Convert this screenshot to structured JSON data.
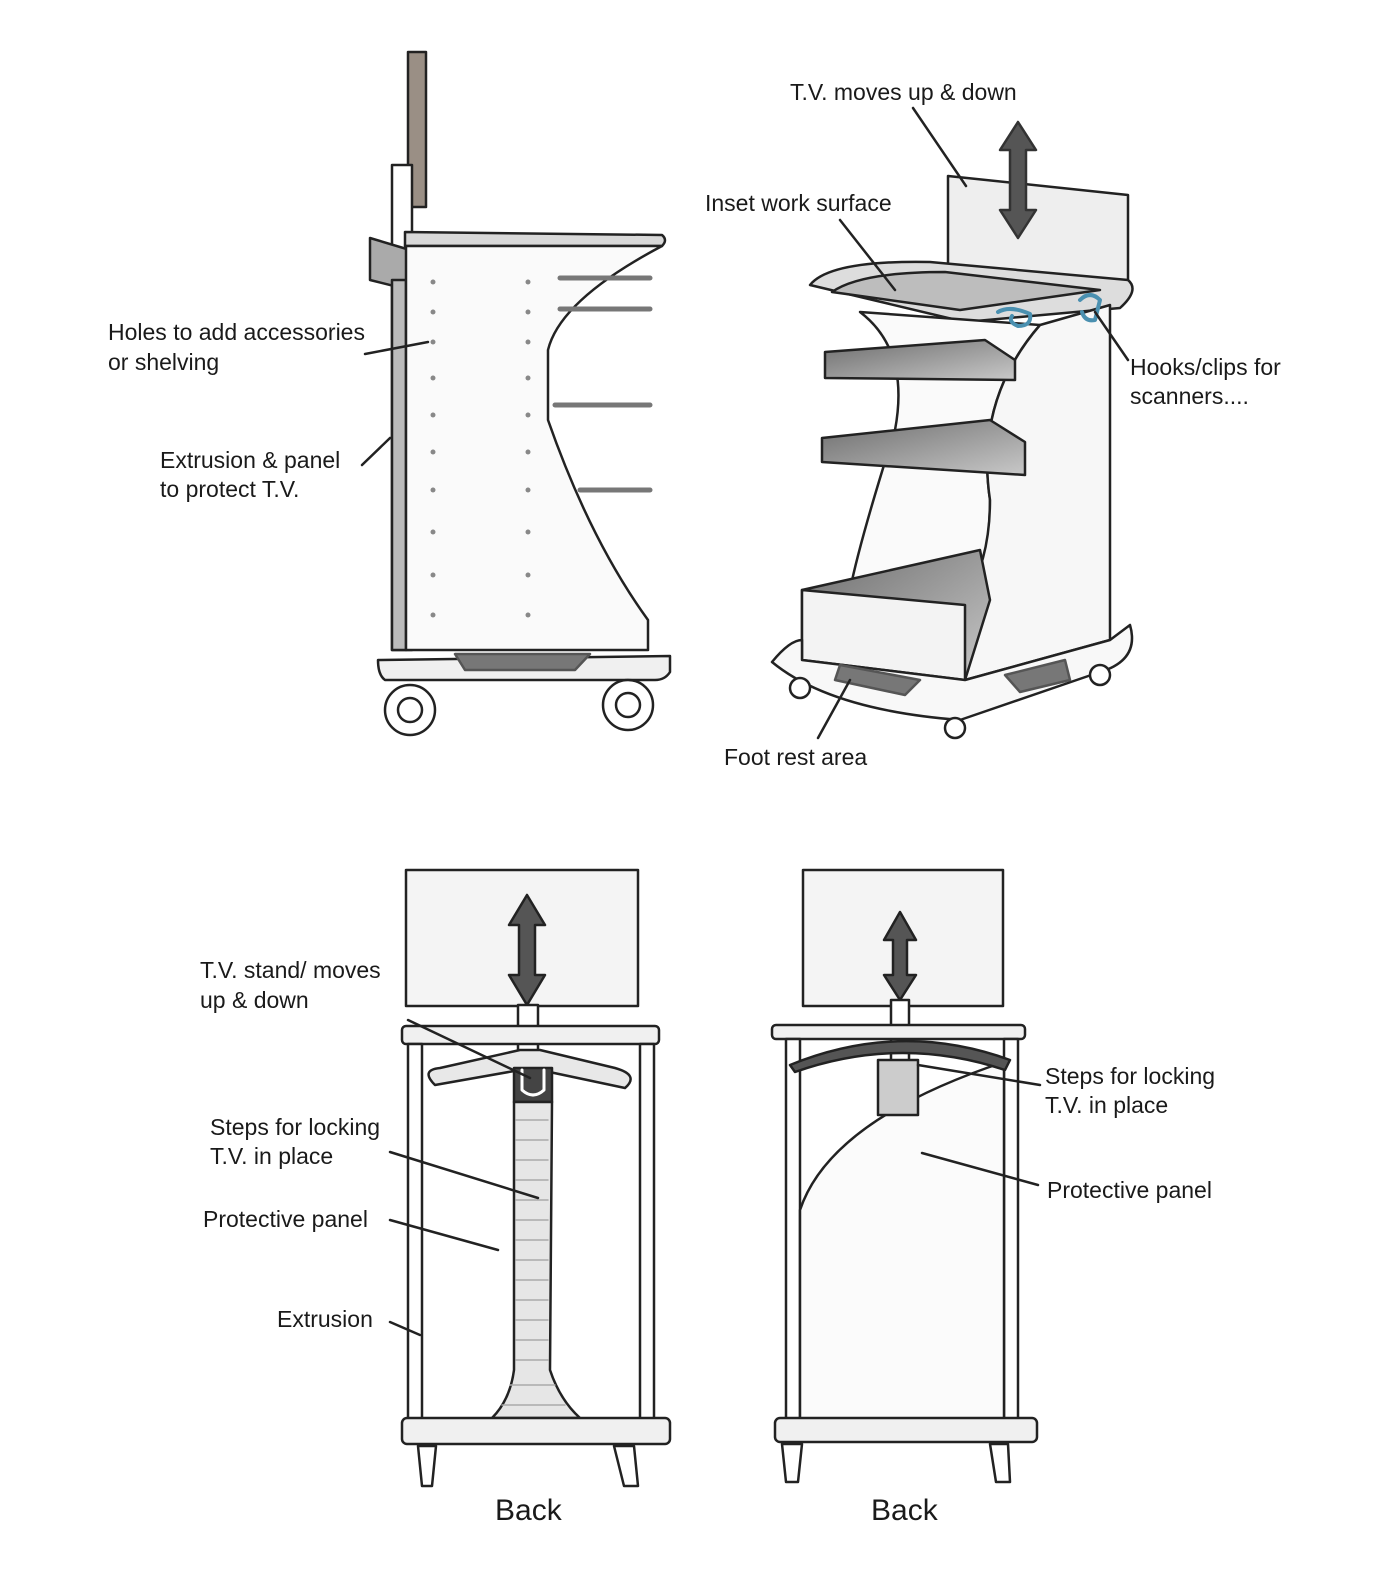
{
  "labels": {
    "tv_moves": "T.V. moves up & down",
    "inset_work_surface": "Inset work surface",
    "holes_line1": "Holes to add accessories",
    "holes_line2": "or shelving",
    "hooks_line1": "Hooks/clips for",
    "hooks_line2": "scanners....",
    "extrusion_panel_line1": "Extrusion & panel",
    "extrusion_panel_line2": "to protect T.V.",
    "foot_rest": "Foot rest area",
    "tv_stand_line1": "T.V. stand/ moves",
    "tv_stand_line2": "up & down",
    "steps_left_line1": "Steps for locking",
    "steps_left_line2": "T.V. in place",
    "protective_left": "Protective panel",
    "extrusion": "Extrusion",
    "steps_right_line1": "Steps for locking",
    "steps_right_line2": "T.V. in place",
    "protective_right": "Protective panel",
    "back_left": "Back",
    "back_right": "Back"
  },
  "colors": {
    "ink": "#222222",
    "arrow": "#555555",
    "panel": "#f2f2f2",
    "shelf": "#9a9a9a"
  }
}
